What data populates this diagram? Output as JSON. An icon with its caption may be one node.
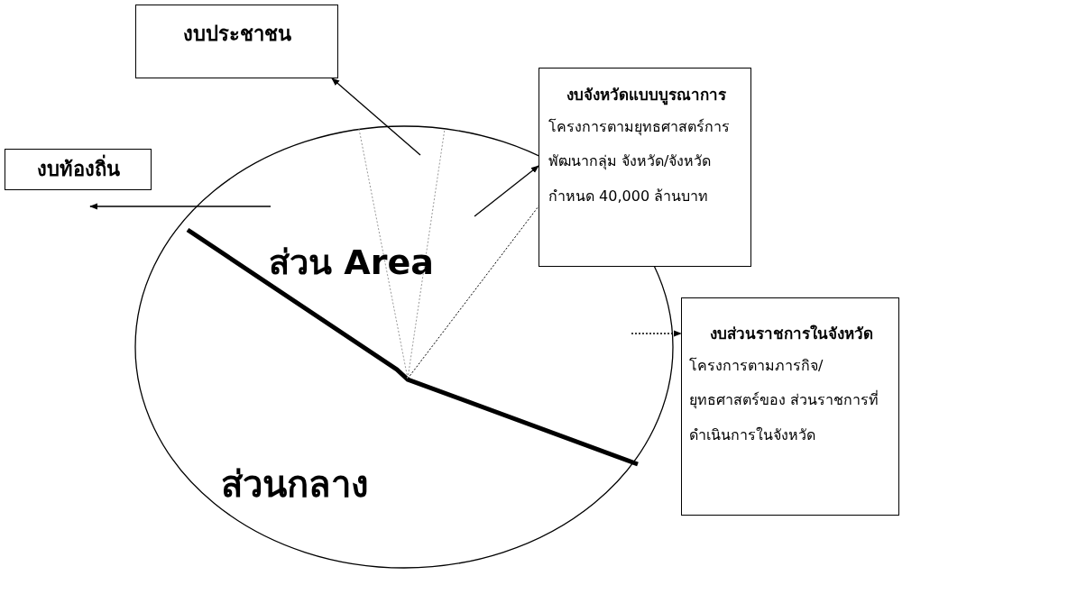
{
  "diagram": {
    "nodes": [
      {
        "text": [
          "งบประชาชน"
        ]
      },
      {
        "text": [
          "งบท้องถิ่น"
        ]
      },
      {
        "text": [
          "งบจังหวัดแบบบูรณาการ",
          "โครงการตามยุทธศาสตร์การพัฒนากลุ่ม จังหวัด/จังหวัด กำหนด 40,000 ล้านบาท"
        ]
      },
      {
        "text": [
          "งบส่วนราชการในจังหวัด",
          "โครงการตามภารกิจ/ยุทธศาสตร์ของ ส่วนราชการที่ดำเนินการในจังหวัด"
        ]
      }
    ],
    "edges": [
      {
        "from": null,
        "to": 0,
        "arrow": "to"
      },
      {
        "from": null,
        "to": 1,
        "arrow": "to"
      },
      {
        "from": null,
        "to": 2,
        "arrow": "to"
      },
      {
        "from": null,
        "to": 3,
        "arrow": "to",
        "style": "dashed"
      }
    ],
    "labels": [
      "ส่วน Area",
      "ส่วนกลาง"
    ]
  }
}
